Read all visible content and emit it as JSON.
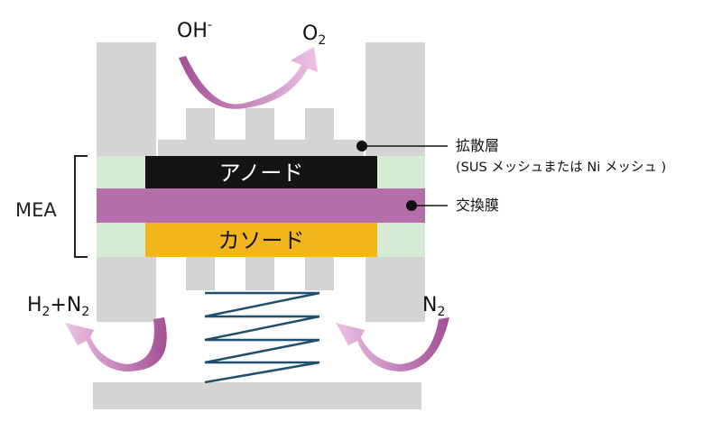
{
  "labels": {
    "anode": "アノード",
    "cathode": "カソード",
    "mea": "MEA",
    "diffusion_layer": "拡散層",
    "diffusion_layer_note": "(SUS メッシュまたは Ni メッシュ )",
    "membrane": "交換膜"
  },
  "species": {
    "oh": "OH",
    "oh_charge": "-",
    "o": "O",
    "o_sub": "2",
    "h": "H",
    "h_sub": "2",
    "plus_n": "+N",
    "n_sub": "2",
    "n": "N",
    "n2_sub": "2"
  },
  "colors": {
    "frame_gray": "#d4d4d4",
    "anode": "#141414",
    "cathode": "#f2b51c",
    "membrane": "#b56fa8",
    "mea_side": "#d6ebd3",
    "spring": "#1f4f6e",
    "arrow_dark": "#a24f95",
    "arrow_light": "#e8b8dd"
  },
  "icons": {
    "spring": "coil-spring-icon",
    "gas_arrow": "curved-arrow-icon"
  }
}
